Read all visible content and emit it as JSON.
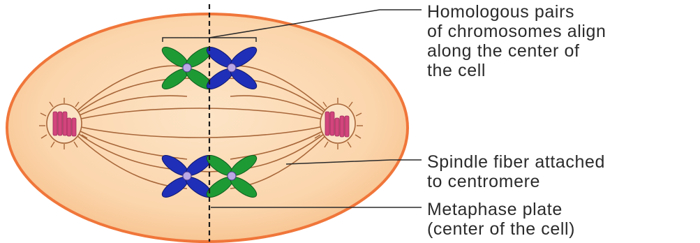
{
  "labels": {
    "homologous": [
      "Homologous pairs",
      "of chromosomes align",
      "along the center of",
      "the cell"
    ],
    "spindle": [
      "Spindle fiber attached",
      "to centromere"
    ],
    "plate": [
      "Metaphase plate",
      "(center of the cell)"
    ]
  },
  "colors": {
    "cell_fill": "#fbd8b2",
    "cell_edge": "#f0763a",
    "spindle_fiber": "#a8673a",
    "chromosome_blue": "#1f2fb8",
    "chromosome_green": "#1e9a35",
    "centromere": "#b9a7e6",
    "centriole": "#d2457c",
    "leader_line": "#2b2b2b"
  }
}
